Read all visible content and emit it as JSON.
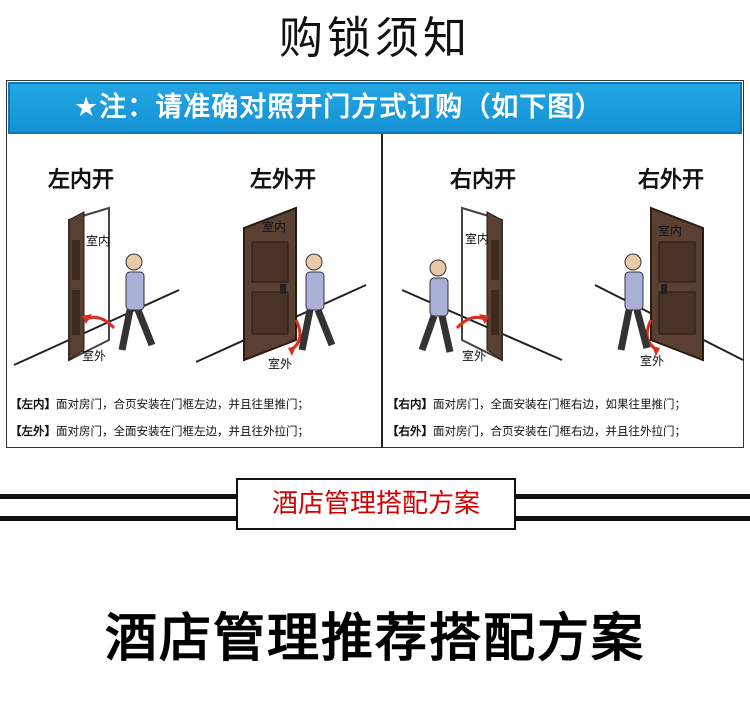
{
  "title": "购锁须知",
  "notice": "★注：请准确对照开门方式订购（如下图）",
  "doors": [
    {
      "label": "左内开",
      "indoor": "室内",
      "outdoor": "室外"
    },
    {
      "label": "左外开",
      "indoor": "室内",
      "outdoor": "室外"
    },
    {
      "label": "右内开",
      "indoor": "室内",
      "outdoor": "室外"
    },
    {
      "label": "右外开",
      "indoor": "室内",
      "outdoor": "室外"
    }
  ],
  "notes": {
    "left": [
      {
        "tag": "【左内】",
        "text": "面对房门，合页安装在门框左边，并且往里推门；"
      },
      {
        "tag": "【左外】",
        "text": "面对房门，全面安装在门框左边，并且往外拉门；"
      }
    ],
    "right": [
      {
        "tag": "【右内】",
        "text": "面对房门，全面安装在门框右边，如果往里推门；"
      },
      {
        "tag": "【右外】",
        "text": "面对房门，合页安装在门框右边，并且往外拉门；"
      }
    ]
  },
  "plan_badge": "酒店管理搭配方案",
  "heading": "酒店管理推荐搭配方案",
  "colors": {
    "notice_bar": "#1ea0e0",
    "badge_text": "#d40000",
    "door": "#5a4032",
    "arrow": "#d83020"
  }
}
